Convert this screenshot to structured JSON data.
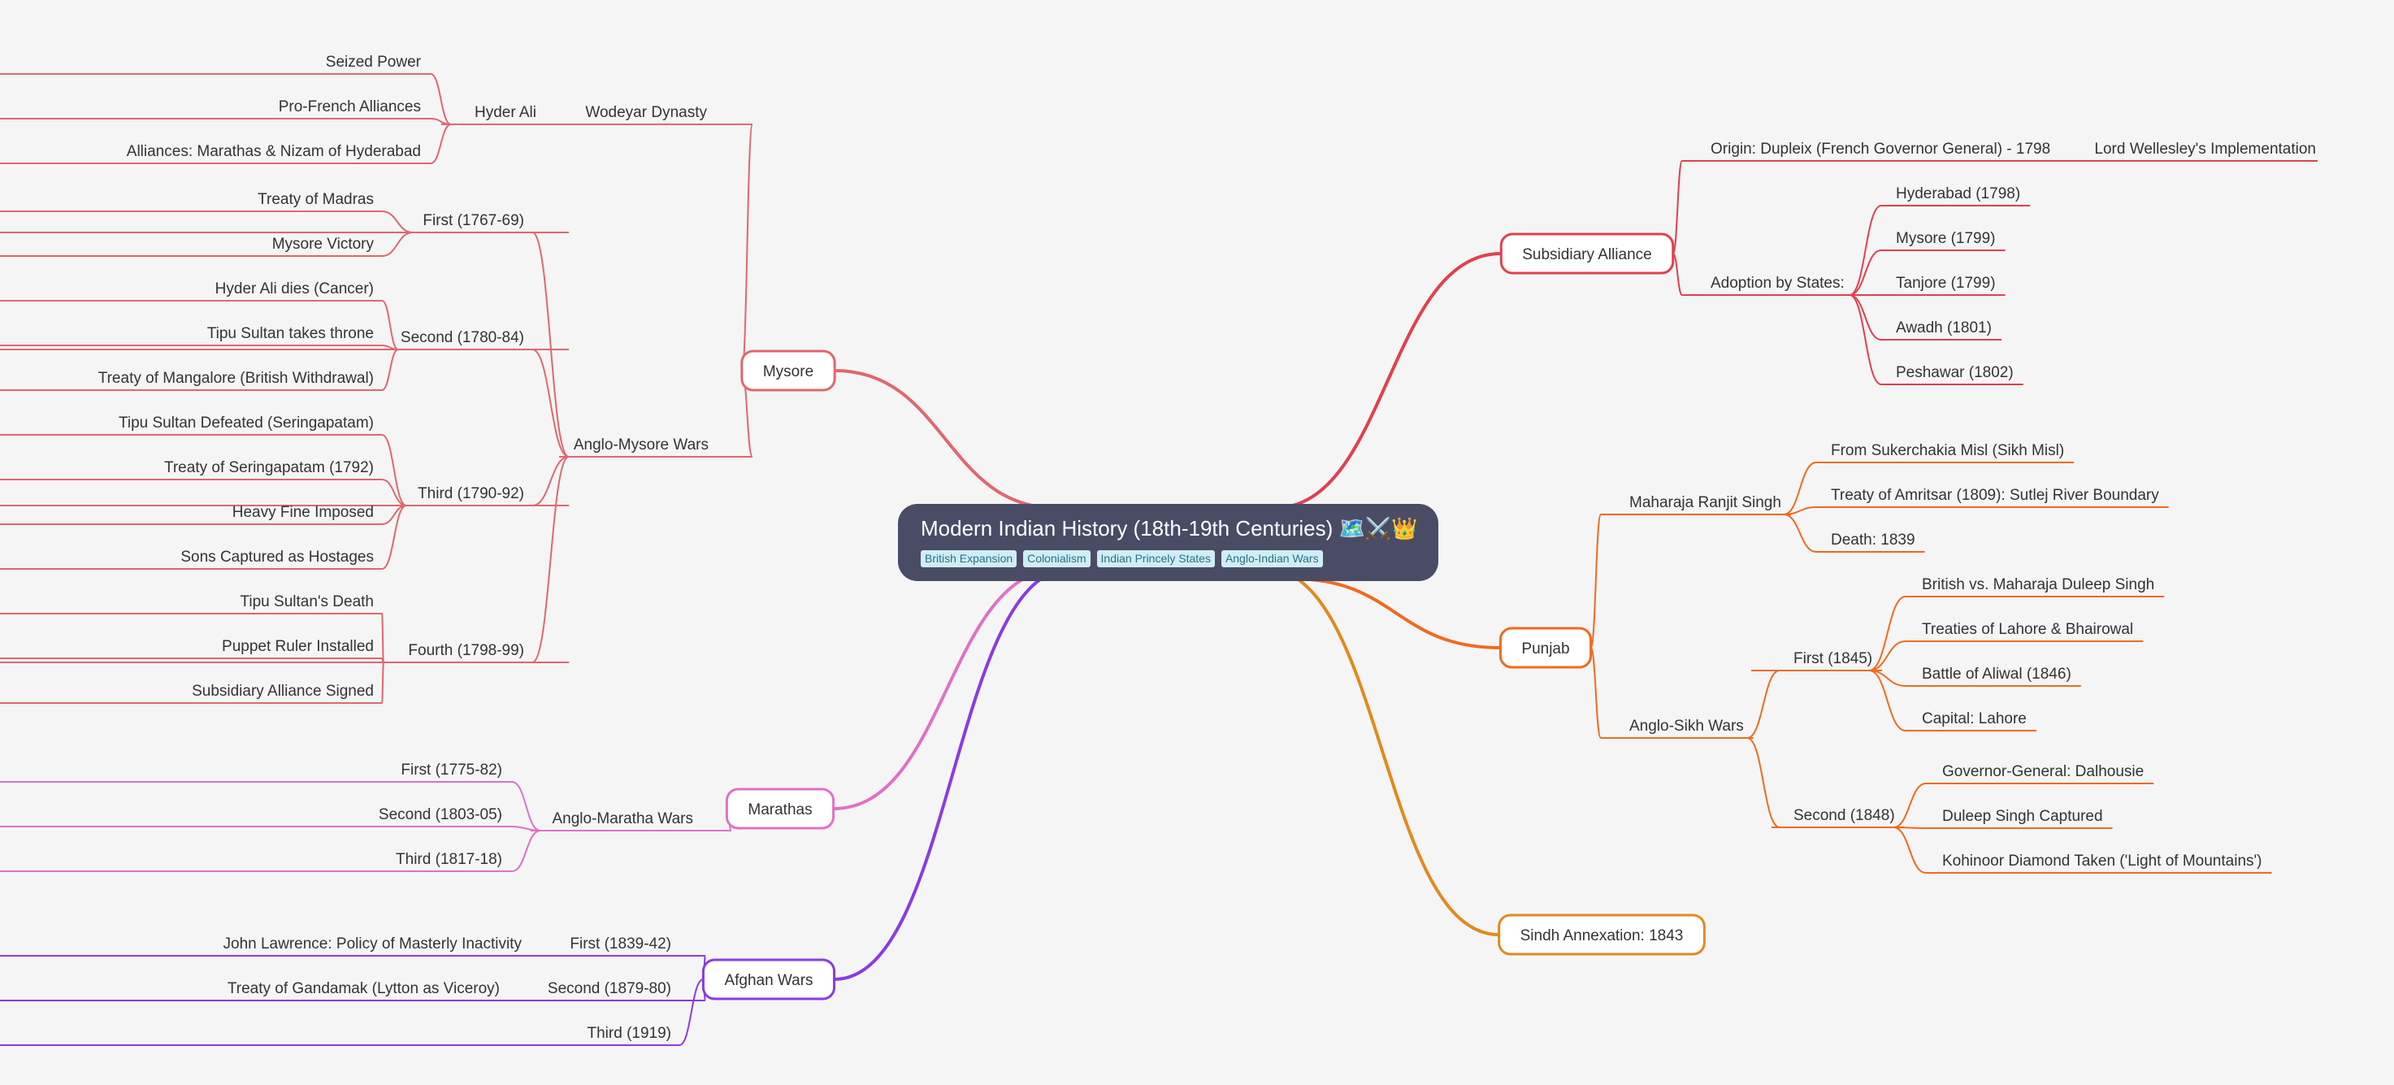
{
  "mindmap": {
    "root": {
      "title": "Modern Indian History (18th-19th Centuries) 🗺️⚔️👑",
      "tags": [
        "British Expansion",
        "Colonialism",
        "Indian Princely States",
        "Anglo-Indian Wars"
      ]
    },
    "colors": {
      "mysore": "#e0676e",
      "marathas": "#e070c6",
      "afghan": "#8a3be0",
      "subsidiary": "#e0404e",
      "punjab": "#f06a1e",
      "sindh": "#e08a1e",
      "root": "#4a4c66",
      "tag_bg": "#cfeef3",
      "tag_text": "#2a6f86"
    },
    "branches": {
      "mysore": {
        "label": "Mysore",
        "wodeyar": {
          "label": "Wodeyar Dynasty",
          "hyder_ali": {
            "label": "Hyder Ali",
            "items": [
              "Seized Power",
              "Pro-French Alliances",
              "Alliances: Marathas & Nizam of Hyderabad"
            ]
          }
        },
        "anglo_mysore": {
          "label": "Anglo-Mysore Wars",
          "first": {
            "label": "First (1767-69)",
            "items": [
              "Treaty of Madras",
              "Mysore Victory"
            ]
          },
          "second": {
            "label": "Second (1780-84)",
            "items": [
              "Hyder Ali dies (Cancer)",
              "Tipu Sultan takes throne",
              "Treaty of Mangalore (British Withdrawal)"
            ]
          },
          "third": {
            "label": "Third (1790-92)",
            "items": [
              "Tipu Sultan Defeated (Seringapatam)",
              "Treaty of Seringapatam (1792)",
              "Heavy Fine Imposed",
              "Sons Captured as Hostages"
            ]
          },
          "fourth": {
            "label": "Fourth (1798-99)",
            "items": [
              "Tipu Sultan's Death",
              "Puppet Ruler Installed",
              "Subsidiary Alliance Signed"
            ]
          }
        }
      },
      "marathas": {
        "label": "Marathas",
        "anglo_maratha": {
          "label": "Anglo-Maratha Wars",
          "items": [
            "First (1775-82)",
            "Second (1803-05)",
            "Third (1817-18)"
          ]
        }
      },
      "afghan": {
        "label": "Afghan Wars",
        "first": {
          "label": "First (1839-42)",
          "child": "John Lawrence: Policy of Masterly Inactivity"
        },
        "second": {
          "label": "Second (1879-80)",
          "child": "Treaty of Gandamak (Lytton as Viceroy)"
        },
        "third": {
          "label": "Third (1919)"
        }
      },
      "subsidiary": {
        "label": "Subsidiary Alliance",
        "origin": {
          "label": "Origin: Dupleix (French Governor General) - 1798",
          "child": "Lord Wellesley's Implementation"
        },
        "adoption": {
          "label": "Adoption by States:",
          "items": [
            "Hyderabad (1798)",
            "Mysore (1799)",
            "Tanjore (1799)",
            "Awadh (1801)",
            "Peshawar (1802)"
          ]
        }
      },
      "punjab": {
        "label": "Punjab",
        "ranjit": {
          "label": "Maharaja Ranjit Singh",
          "items": [
            "From Sukerchakia Misl (Sikh Misl)",
            "Treaty of Amritsar (1809): Sutlej River Boundary",
            "Death: 1839"
          ]
        },
        "anglo_sikh": {
          "label": "Anglo-Sikh Wars",
          "first": {
            "label": "First (1845)",
            "items": [
              "British vs. Maharaja Duleep Singh",
              "Treaties of Lahore & Bhairowal",
              "Battle of Aliwal (1846)",
              "Capital: Lahore"
            ]
          },
          "second": {
            "label": "Second (1848)",
            "items": [
              "Governor-General: Dalhousie",
              "Duleep Singh Captured",
              "Kohinoor Diamond Taken ('Light of Mountains')"
            ]
          }
        }
      },
      "sindh": {
        "label": "Sindh Annexation: 1843"
      }
    }
  }
}
